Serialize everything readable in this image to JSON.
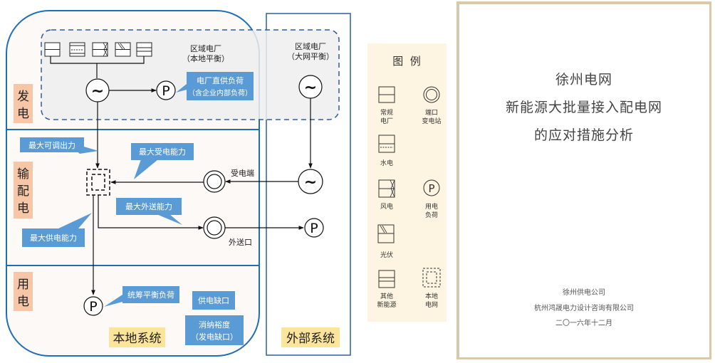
{
  "diagram": {
    "sections": {
      "generation": "发电",
      "transmission": [
        "输",
        "配",
        "电"
      ],
      "consumption": "用电"
    },
    "local_plant": {
      "line1": "区域电厂",
      "line2": "（本地平衡）"
    },
    "grid_plant": {
      "line1": "区域电厂",
      "line2": "（大网平衡）"
    },
    "callouts": {
      "direct_load": {
        "line1": "电厂直供负荷",
        "line2": "（含企业内部负荷）"
      },
      "max_adjustable_output": "最大可调出力",
      "max_receiving_capacity": "最大受电能力",
      "max_sending_capacity": "最大外送能力",
      "max_supply_capacity": "最大供电能力",
      "coordinated_load": "统筹平衡负荷",
      "supply_gap": "供电缺口",
      "absorption_margin": {
        "line1": "消纳裕度",
        "line2": "（发电缺口）"
      }
    },
    "ports": {
      "receiving_end": "受电端",
      "sending_port": "外送口"
    },
    "symbols": {
      "generator": "~",
      "load": "P"
    },
    "system_labels": {
      "local": "本地系统",
      "external": "外部系统"
    },
    "colors": {
      "frame_blue": "#1f6fb8",
      "callout_blue": "#5b9bd5",
      "section_tag": "#f7c6a6",
      "system_tag": "#fce49a",
      "dashed_region": "#eeeeee"
    }
  },
  "legend": {
    "title": "图  例",
    "items": [
      {
        "icon": "conventional-plant",
        "label_line1": "常规",
        "label_line2": "电厂"
      },
      {
        "icon": "port-substation",
        "label_line1": "端口",
        "label_line2": "变电站"
      },
      {
        "icon": "hydro-plant",
        "label_line1": "水电",
        "label_line2": ""
      },
      {
        "icon": "wind-plant",
        "label_line1": "风电",
        "label_line2": ""
      },
      {
        "icon": "load",
        "label_line1": "用电",
        "label_line2": "负荷"
      },
      {
        "icon": "solar-plant",
        "label_line1": "光伏",
        "label_line2": ""
      },
      {
        "icon": "other-renewable",
        "label_line1": "其他",
        "label_line2": "新能源"
      },
      {
        "icon": "local-grid",
        "label_line1": "本地",
        "label_line2": "电网"
      }
    ]
  },
  "cover": {
    "title_lines": [
      "徐州电网",
      "新能源大批量接入配电网",
      "的应对措施分析"
    ],
    "org1": "徐州供电公司",
    "org2": "杭州鸿晟电力设计咨询有限公司",
    "date": "二〇一六年十二月"
  }
}
